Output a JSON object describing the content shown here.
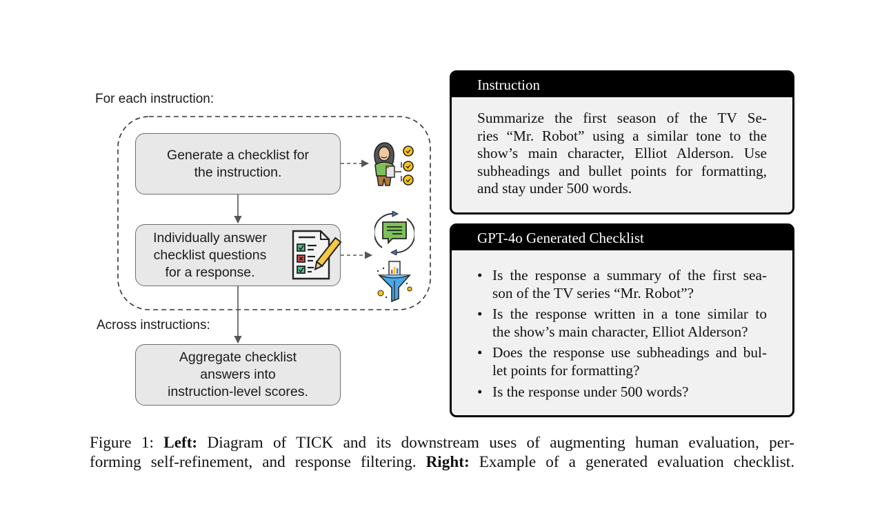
{
  "diagram": {
    "labels": {
      "for_each": "For each instruction:",
      "across": "Across instructions:"
    },
    "steps": [
      {
        "lines": [
          "Generate a checklist for",
          "the instruction."
        ]
      },
      {
        "lines": [
          "Individually answer",
          "checklist questions",
          "for a response."
        ]
      },
      {
        "lines": [
          "Aggregate checklist",
          "answers into",
          "instruction-level scores."
        ]
      }
    ],
    "icons": {
      "step1_side": "person-with-checklist-icon",
      "step2_inline": "checklist-with-pencil-icon",
      "step2_side_top": "chat-refresh-cycle-icon",
      "step2_side_bottom": "data-filter-funnel-icon"
    },
    "colors": {
      "box_fill": "#e8e8e8",
      "box_border": "#6b6b6b",
      "check_green": "#4fc08d",
      "cross_red": "#d9534f",
      "chat_green": "#7dc05a",
      "funnel_blue": "#4aa8e8",
      "coin_yellow": "#f5c518"
    }
  },
  "instruction_panel": {
    "title": "Instruction",
    "lines": [
      "Summarize the first season of the TV Se-",
      "ries “Mr.  Robot” using a similar tone to the",
      "show’s main character, Elliot Alderson.  Use",
      "subheadings and bullet points for formatting,",
      "and stay under 500 words."
    ]
  },
  "checklist_panel": {
    "title": "GPT-4o Generated Checklist",
    "bullet": "•",
    "items": [
      {
        "lines": [
          "Is the response a summary of the first sea-",
          "son of the TV series “Mr. Robot”?"
        ]
      },
      {
        "lines": [
          "Is the response written in a tone similar to",
          "the show’s main character, Elliot Alderson?"
        ]
      },
      {
        "lines": [
          "Does the response use subheadings and bul-",
          "let points for formatting?"
        ]
      },
      {
        "lines": [
          "Is the response under 500 words?"
        ]
      }
    ]
  },
  "caption": {
    "prefix": "Figure 1: ",
    "left_label": "Left:",
    "left_text_line1": " Diagram of TICK and its downstream uses of augmenting human evaluation, per-",
    "left_text_line2": "forming self-refinement, and response filtering. ",
    "right_label": "Right:",
    "right_text": " Example of a generated evaluation checklist."
  }
}
